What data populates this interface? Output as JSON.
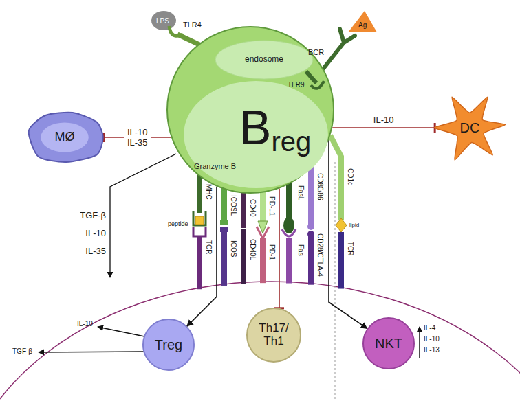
{
  "diagram": {
    "nodes": [
      {
        "text": [
          "B",
          "reg"
        ]
      },
      {
        "text": [
          "endosome"
        ],
        "in": 0
      },
      {
        "text": [
          "MØ"
        ]
      },
      {
        "text": [
          "DC"
        ]
      },
      {
        "text": [
          "Treg"
        ]
      },
      {
        "text": [
          "Th17/ Th1"
        ]
      },
      {
        "text": [
          "NKT"
        ]
      }
    ],
    "edges": [
      {
        "from": 0,
        "to": 2,
        "arrow": "to",
        "label": "IL-10 IL-35"
      },
      {
        "from": 0,
        "to": 3,
        "arrow": "to",
        "label": "IL-10"
      },
      {
        "from": 0,
        "to": 4,
        "arrow": "to"
      },
      {
        "from": 0,
        "to": 5,
        "arrow": "to"
      },
      {
        "from": 0,
        "to": 6,
        "arrow": "to"
      }
    ],
    "labels": [
      "LPS",
      "TLR4",
      "TLR9",
      "BCR",
      "Ag",
      "Granzyme B",
      "TGF-β",
      "IL-10",
      "IL-35",
      "MHC",
      "peptide",
      "TCR",
      "ICOSL",
      "ICOS",
      "CD40",
      "CD40L",
      "PD-L1",
      "PD-1",
      "FasL",
      "Fas",
      "CD80/86",
      "CD28/CTLA-4",
      "CD1d",
      "lipid",
      "TCR",
      "IL-10",
      "TGF-β",
      "IL-4",
      "IL-10",
      "IL-13"
    ]
  }
}
